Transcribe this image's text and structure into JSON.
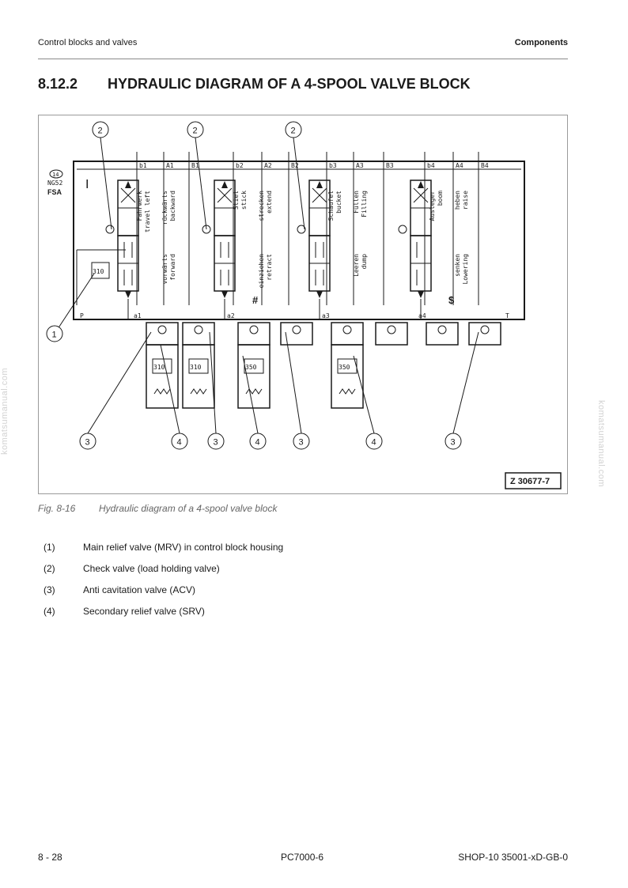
{
  "header": {
    "section": "Control blocks and valves",
    "chapter": "Components"
  },
  "title": {
    "number": "8.12.2",
    "text": "HYDRAULIC DIAGRAM OF A 4-SPOOL VALVE BLOCK"
  },
  "diagram": {
    "top_ports": [
      "b1",
      "A1",
      "B1",
      "b2",
      "A2",
      "B2",
      "b3",
      "A3",
      "B3",
      "b4",
      "A4",
      "B4"
    ],
    "bottom_ports": [
      "P",
      "a1",
      "a2",
      "a3",
      "a4",
      "T"
    ],
    "block_tag": "14",
    "block_code": "NG52",
    "block_name": "FSA",
    "roman": "I",
    "sections": [
      {
        "func_de": "Fahrwerk",
        "func_en": "travel left",
        "up_de": "rückwärts",
        "up_en": "backward",
        "down_de": "vorwärts",
        "down_en": "forward",
        "mark": ""
      },
      {
        "func_de": "Stiel",
        "func_en": "stick",
        "up_de": "strecken",
        "up_en": "extend",
        "down_de": "einziehen",
        "down_en": "retract",
        "mark": "#"
      },
      {
        "func_de": "Schaufel",
        "func_en": "bucket",
        "up_de": "Füllen",
        "up_en": "Filling",
        "down_de": "Leeren",
        "down_en": "dump",
        "mark": ""
      },
      {
        "func_de": "Ausleger",
        "func_en": "boom",
        "up_de": "heben",
        "up_en": "raise",
        "down_de": "senken",
        "down_en": "Lowering",
        "mark": "$"
      }
    ],
    "mrv_setting": "310",
    "srv_settings": [
      "310",
      "310",
      "350",
      "350"
    ],
    "callouts_top": [
      "2",
      "2",
      "2"
    ],
    "callout_left": "1",
    "callouts_bottom": [
      "3",
      "4",
      "3",
      "4",
      "3",
      "4",
      "3"
    ],
    "drawing_id": "Z 30677-7"
  },
  "figure": {
    "number": "Fig. 8-16",
    "caption": "Hydraulic diagram of a 4-spool valve block"
  },
  "legend": [
    {
      "num": "(1)",
      "text": "Main relief valve (MRV) in control block housing"
    },
    {
      "num": "(2)",
      "text": "Check valve (load holding valve)"
    },
    {
      "num": "(3)",
      "text": "Anti cavitation valve (ACV)"
    },
    {
      "num": "(4)",
      "text": "Secondary relief valve (SRV)"
    }
  ],
  "footer": {
    "page": "8  - 28",
    "model": "PC7000-6",
    "doc": "SHOP-10 35001-xD-GB-0"
  },
  "watermark": "komatsumanual.com"
}
